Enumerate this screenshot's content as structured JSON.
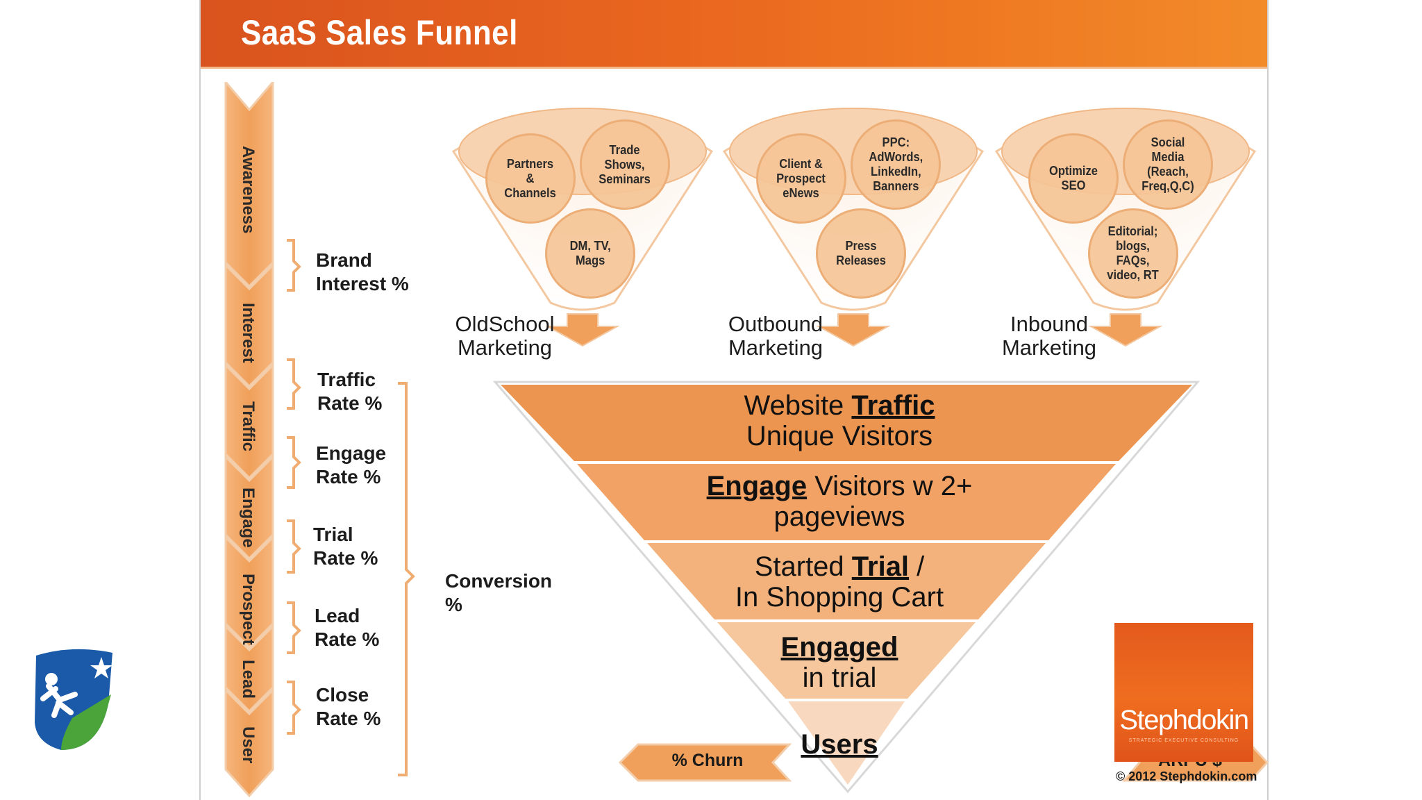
{
  "title": "SaaS Sales Funnel",
  "stages": [
    "Awareness",
    "Interest",
    "Traffic",
    "Engage",
    "Prospect",
    "Lead",
    "User"
  ],
  "rates": [
    "Brand\nInterest %",
    "Traffic\nRate %",
    "Engage\nRate %",
    "Trial\nRate %",
    "Lead\nRate %",
    "Close\nRate %"
  ],
  "conversion": "Conversion\n%",
  "channels": [
    {
      "name": "OldSchool\nMarketing",
      "circles": [
        "Partners\n&\nChannels",
        "Trade\nShows,\nSeminars",
        "DM, TV,\nMags"
      ]
    },
    {
      "name": "Outbound\nMarketing",
      "circles": [
        "Client &\nProspect\neNews",
        "PPC:\nAdWords,\nLinkedIn,\nBanners",
        "Press\nReleases"
      ]
    },
    {
      "name": "Inbound\nMarketing",
      "circles": [
        "Optimize\nSEO",
        "Social\nMedia\n(Reach,\nFreq,Q,C)",
        "Editorial;\nblogs,\nFAQs,\nvideo, RT"
      ]
    }
  ],
  "funnel": {
    "tier1_pre": "Website ",
    "tier1_bold": "Traffic",
    "tier1_line2": "Unique Visitors",
    "tier2_bold": "Engage",
    "tier2_post": " Visitors w 2+",
    "tier2_line2": "pageviews",
    "tier3_pre": "Started ",
    "tier3_bold": "Trial",
    "tier3_post": " /",
    "tier3_line2": "In Shopping Cart",
    "tier4_bold": "Engaged",
    "tier4_line2": "in trial",
    "tier5_bold": "Users"
  },
  "tags": {
    "churn": "% Churn",
    "arpu": "ARPU $"
  },
  "logo": {
    "name": "Stephdokin",
    "tagline": "STRATEGIC EXECUTIVE CONSULTING"
  },
  "copyright": "© 2012 Stephdokin.com",
  "colors": {
    "header": "#e9661f",
    "arrow": "#f0a05a",
    "tier1": "#ec9550",
    "tier5": "#f8d9bf",
    "logo": "#e95f1d"
  }
}
